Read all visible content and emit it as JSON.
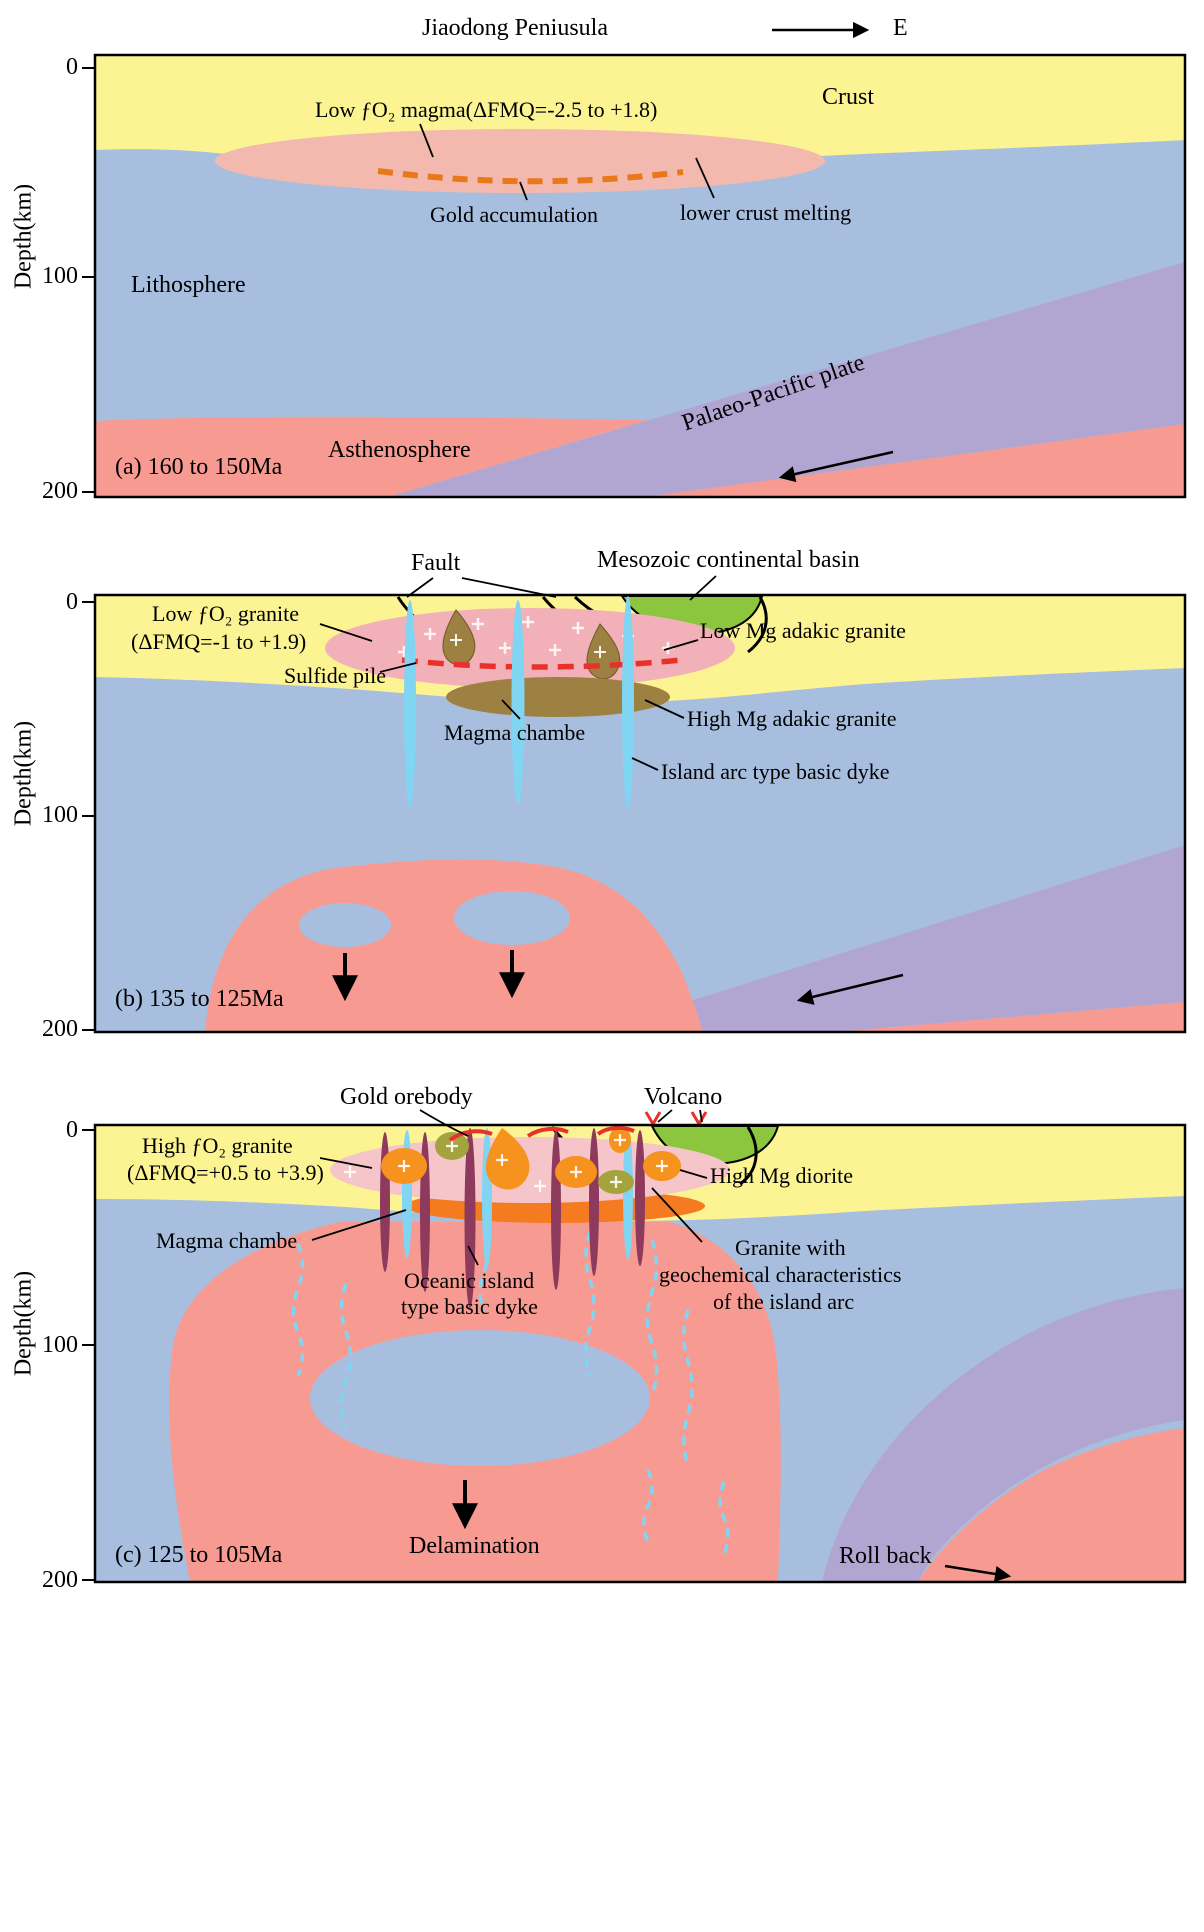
{
  "figure": {
    "title": "Jiaodong Peniusula",
    "east_label": "E"
  },
  "axis": {
    "depth_label": "Depth(km)",
    "tick_0": "0",
    "tick_100": "100",
    "tick_200": "200"
  },
  "panel_a": {
    "caption": "(a) 160 to 150Ma",
    "crust_label": "Crust",
    "magma_label": "Low ƒO₂ magma(ΔFMQ=-2.5 to +1.8)",
    "gold_accumulation_label": "Gold accumulation",
    "lower_crust_melting_label": "lower crust melting",
    "lithosphere_label": "Lithosphere",
    "asthenosphere_label": "Asthenosphere",
    "plate_label": "Palaeo-Pacific plate"
  },
  "panel_b": {
    "caption": "(b) 135 to 125Ma",
    "fault_label": "Fault",
    "basin_label": "Mesozoic continental basin",
    "granite_label_line1": "Low ƒO₂ granite",
    "granite_label_line2": "(ΔFMQ=-1 to +1.9)",
    "low_mg_granite_label": "Low Mg adakic granite",
    "sulfide_pile_label": "Sulfide pile",
    "magma_chamber_label": "Magma chambe",
    "high_mg_granite_label": "High Mg adakic granite",
    "island_arc_dyke_label": "Island arc type basic dyke"
  },
  "panel_c": {
    "caption": "(c) 125 to 105Ma",
    "gold_orebody_label": "Gold orebody",
    "volcano_label": "Volcano",
    "granite_label_line1": "High ƒO₂ granite",
    "granite_label_line2": "(ΔFMQ=+0.5 to +3.9)",
    "high_mg_diorite_label": "High Mg diorite",
    "magma_chamber_label": "Magma chambe",
    "oceanic_dyke_label_line1": "Oceanic island",
    "oceanic_dyke_label_line2": "type basic dyke",
    "island_arc_granite_label_line1": "Granite with",
    "island_arc_granite_label_line2": "geochemical characteristics",
    "island_arc_granite_label_line3": "of the island arc",
    "delamination_label": "Delamination",
    "roll_back_label": "Roll back"
  },
  "colors": {
    "crust": "#FCF493",
    "lithosphere": "#A8BEDF",
    "asthenosphere": "#F79B92",
    "plate": "#B1A6D2",
    "magma_lens": "#F3B9AF",
    "pink_lens_b": "#F2B0B8",
    "pink_lens_c": "#F5C5C9",
    "gold_dash": "#E8791A",
    "basin": "#8CC63F",
    "chamber_brown": "#9C8142",
    "chamber_orange": "#F47B20",
    "dyke_blue": "#80D5F3",
    "dyke_maroon": "#8E3A5C",
    "granite_orange": "#F6921E",
    "olive_body": "#A5A33E",
    "sulfide_red": "#E8312A"
  }
}
